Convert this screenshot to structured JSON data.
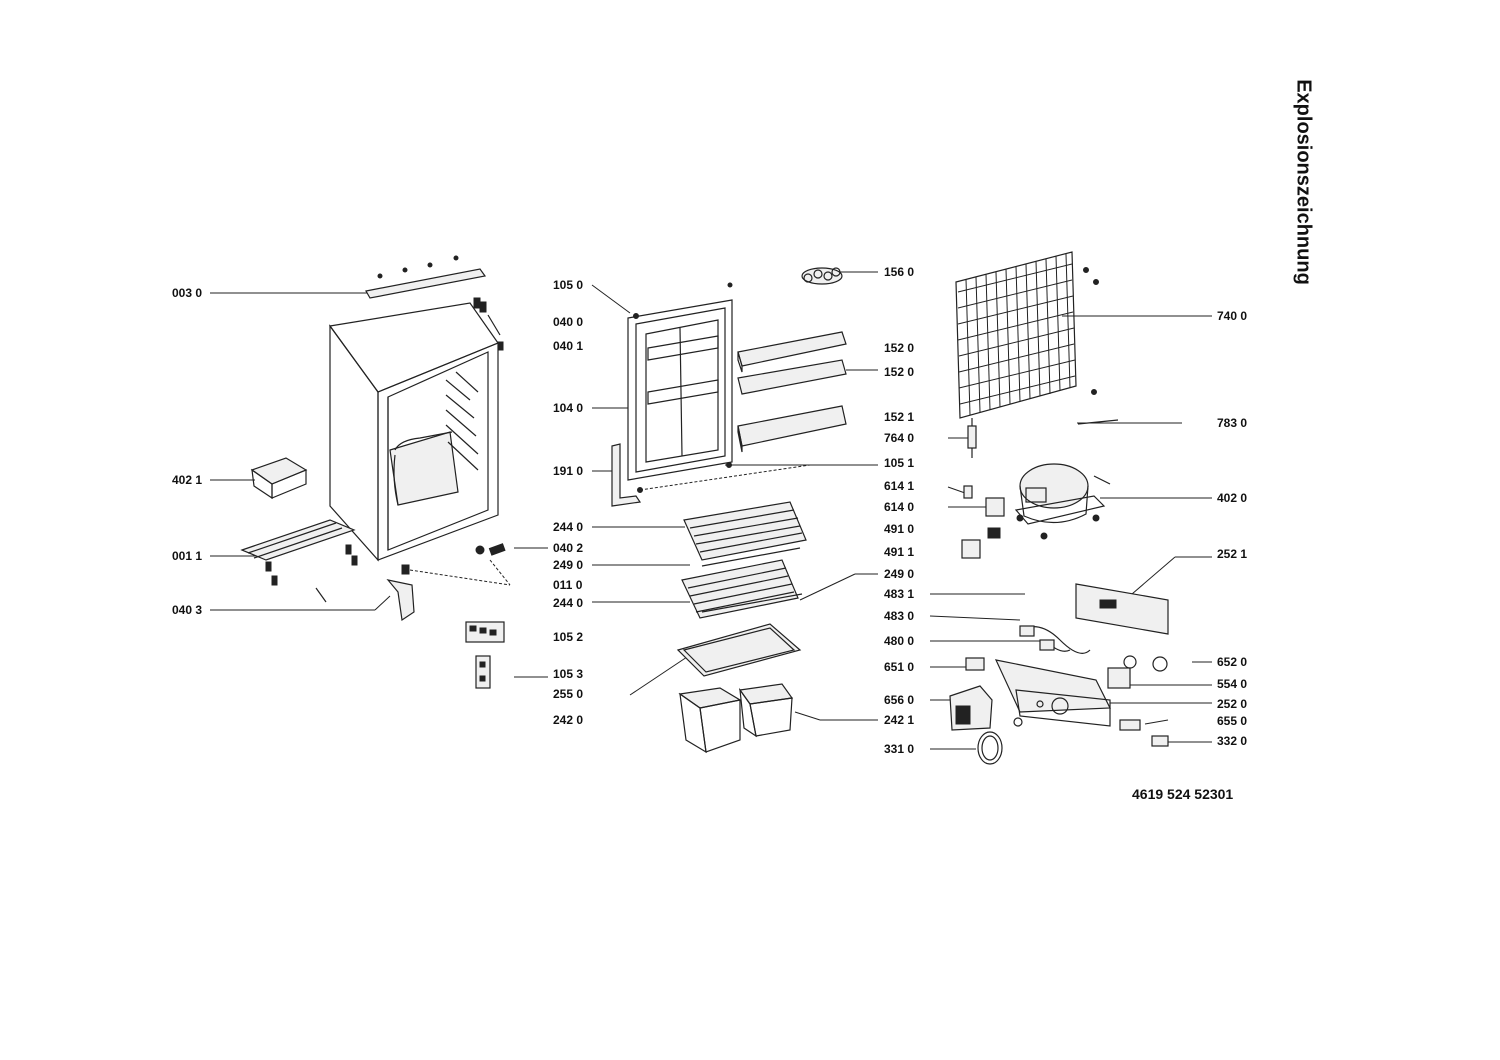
{
  "title": "Explosionszeichnung",
  "document_number": "4619 524 52301",
  "labels": {
    "l003_0": "003 0",
    "l402_1": "402 1",
    "l001_1": "001 1",
    "l040_3": "040 3",
    "l105_0": "105 0",
    "l040_0": "040 0",
    "l040_1": "040 1",
    "l104_0": "104 0",
    "l191_0": "191 0",
    "l244_0a": "244 0",
    "l040_2": "040 2",
    "l249_0a": "249 0",
    "l011_0": "011 0",
    "l244_0b": "244 0",
    "l105_2": "105 2",
    "l105_3": "105 3",
    "l255_0": "255 0",
    "l242_0": "242 0",
    "l156_0": "156 0",
    "l152_0a": "152 0",
    "l152_0b": "152 0",
    "l152_1": "152 1",
    "l764_0": "764 0",
    "l105_1": "105 1",
    "l614_1": "614 1",
    "l614_0": "614 0",
    "l491_0": "491 0",
    "l491_1": "491 1",
    "l249_0b": "249 0",
    "l483_1": "483 1",
    "l483_0": "483 0",
    "l480_0": "480 0",
    "l651_0": "651 0",
    "l656_0": "656 0",
    "l242_1": "242 1",
    "l331_0": "331 0",
    "l740_0": "740 0",
    "l783_0": "783 0",
    "l402_0": "402 0",
    "l252_1": "252 1",
    "l652_0": "652 0",
    "l554_0": "554 0",
    "l252_0": "252 0",
    "l655_0": "655 0",
    "l332_0": "332 0"
  }
}
